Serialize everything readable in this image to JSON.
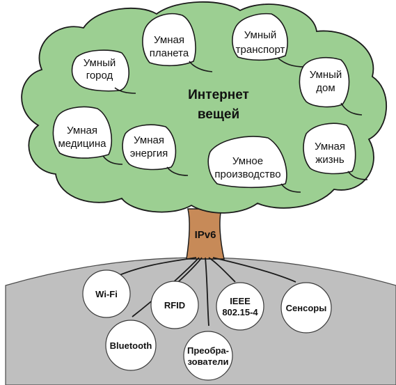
{
  "colors": {
    "crown": "#9ccf92",
    "crown_stroke": "#1a1a1a",
    "trunk": "#c78a58",
    "ground": "#bfbfbf"
  },
  "title": {
    "line1": "Интернет",
    "line2": "вещей"
  },
  "trunk_label": "IPv6",
  "leaves": [
    {
      "id": "smart-city",
      "lines": [
        "Умный",
        "город"
      ]
    },
    {
      "id": "smart-planet",
      "lines": [
        "Умная",
        "планета"
      ]
    },
    {
      "id": "smart-transport",
      "lines": [
        "Умный",
        "транспорт"
      ]
    },
    {
      "id": "smart-home",
      "lines": [
        "Умный",
        "дом"
      ]
    },
    {
      "id": "smart-medicine",
      "lines": [
        "Умная",
        "медицина"
      ]
    },
    {
      "id": "smart-energy",
      "lines": [
        "Умная",
        "энергия"
      ]
    },
    {
      "id": "smart-production",
      "lines": [
        "Умное",
        "производство"
      ]
    },
    {
      "id": "smart-life",
      "lines": [
        "Умная",
        "жизнь"
      ]
    }
  ],
  "roots": [
    {
      "id": "wifi",
      "lines": [
        "Wi-Fi"
      ]
    },
    {
      "id": "rfid",
      "lines": [
        "RFID"
      ]
    },
    {
      "id": "ieee",
      "lines": [
        "IEEE",
        "802.15-4"
      ]
    },
    {
      "id": "sensors",
      "lines": [
        "Сенсоры"
      ]
    },
    {
      "id": "bluetooth",
      "lines": [
        "Bluetooth"
      ]
    },
    {
      "id": "converters",
      "lines": [
        "Преобра-",
        "зователи"
      ]
    }
  ]
}
